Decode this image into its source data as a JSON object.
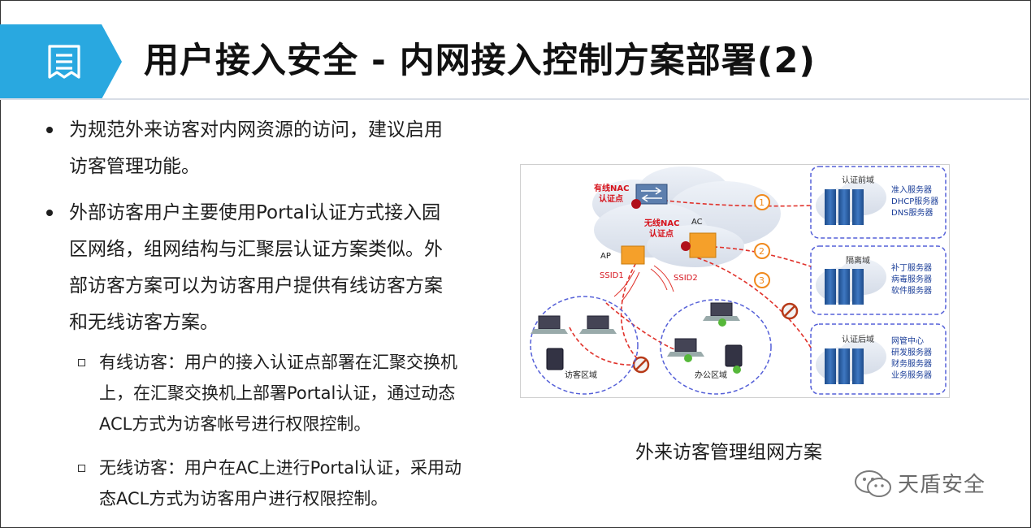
{
  "header": {
    "title": "用户接入安全 - 内网接入控制方案部署(2)",
    "badge_icon": "document-icon",
    "accent_color": "#29a8e0"
  },
  "bullets": [
    {
      "lines": [
        "为规范外来访客对内网资源的访问，建议启用",
        "访客管理功能。"
      ]
    },
    {
      "lines": [
        "外部访客用户主要使用Portal认证方式接入园",
        "区网络，组网结构与汇聚层认证方案类似。外",
        "部访客方案可以为访客用户提供有线访客方案",
        "和无线访客方案。"
      ]
    }
  ],
  "sub_bullets": [
    {
      "lines": [
        "有线访客：用户的接入认证点部署在汇聚交换机",
        "上，在汇聚交换机上部署Portal认证，通过动态",
        "ACL方式为访客帐号进行权限控制。"
      ]
    },
    {
      "lines": [
        "无线访客：用户在AC上进行Portal认证，采用动",
        "态ACL方式为访客用户进行权限控制。"
      ]
    }
  ],
  "diagram": {
    "wired_nac": [
      "有线NAC",
      "认证点"
    ],
    "wireless_nac": [
      "无线NAC",
      "认证点"
    ],
    "ac_label": "AC",
    "ap_label": "AP",
    "ssid1": "SSID1",
    "ssid2": "SSID2",
    "visitor_area": "访客区域",
    "office_area": "办公区域",
    "pre_auth_domain": "认证前域",
    "pre_auth_servers": [
      "准入服务器",
      "DHCP服务器",
      "DNS服务器"
    ],
    "isolation_domain": "隔离域",
    "isolation_servers": [
      "补丁服务器",
      "病毒服务器",
      "软件服务器"
    ],
    "post_auth_domain": "认证后域",
    "post_auth_servers": [
      "网管中心",
      "研发服务器",
      "财务服务器",
      "业务服务器"
    ],
    "steps": [
      "1",
      "2",
      "3"
    ]
  },
  "caption": "外来访客管理组网方案",
  "watermark": "天盾安全"
}
